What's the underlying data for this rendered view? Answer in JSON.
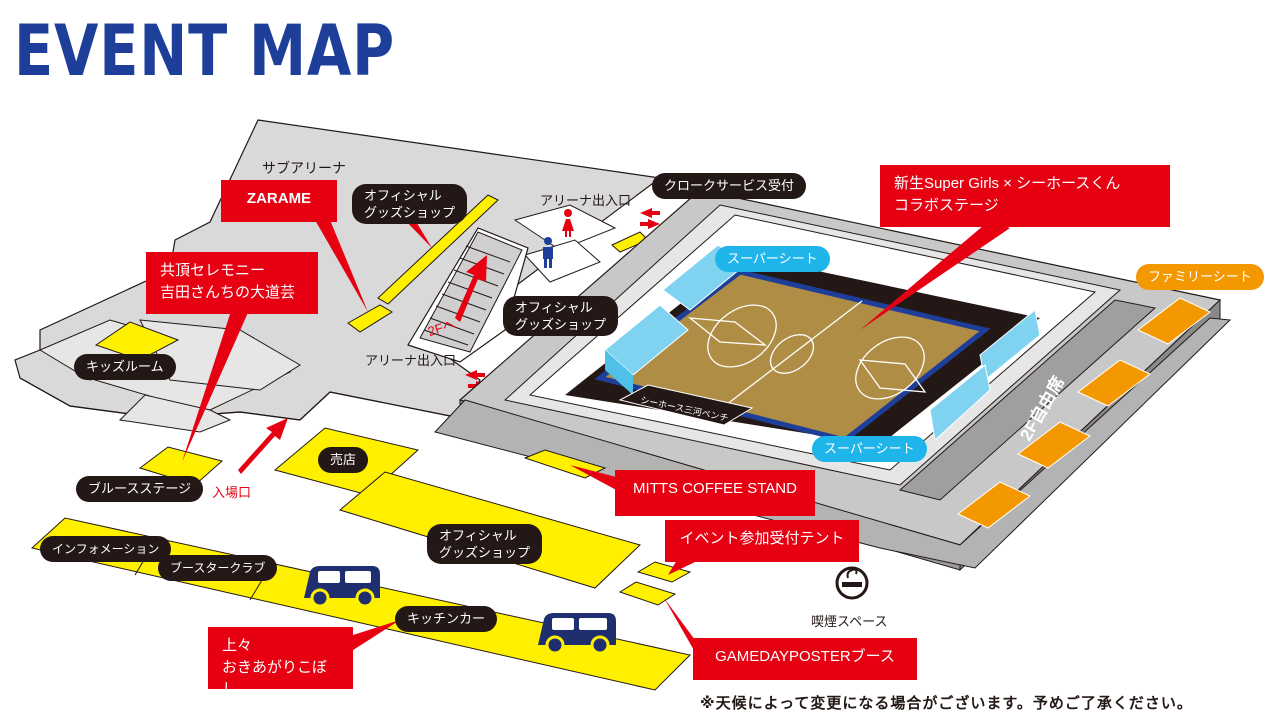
{
  "title": "EVENT MAP",
  "areas": {
    "sub_arena": "サブアリーナ",
    "arena_entrance_top": "アリーナ出入口",
    "arena_entrance_mid": "アリーナ出入口",
    "to_2f": "2Fへ",
    "entrance": "入場口",
    "smoking": "喫煙スペース",
    "free_seat_2f": "2F自由席",
    "bench": "シーホース三河ベンチ"
  },
  "spots": {
    "zarame": "ZARAME",
    "official_goods_1": "オフィシャル\nグッズショップ",
    "official_goods_2": "オフィシャル\nグッズショップ",
    "official_goods_3": "オフィシャル\nグッズショップ",
    "cloak": "クロークサービス受付",
    "super_girls": "新生Super Girls × シーホースくん\nコラボステージ",
    "super_seat_top": "スーパーシート",
    "super_seat_bottom": "スーパーシート",
    "family_seat": "ファミリーシート",
    "ceremony": "共頂セレモニー\n吉田さんちの大道芸",
    "kids_room": "キッズルーム",
    "blue_stage": "ブルースステージ",
    "shop": "売店",
    "mitts": "MITTS COFFEE STAND",
    "event_tent": "イベント参加受付テント",
    "information": "インフォメーション",
    "booster_club": "ブースタークラブ",
    "kitchen_car": "キッチンカー",
    "jouou": "上々\nおきあがりこぼし",
    "gameday_poster": "GAMEDAYPOSTERブース"
  },
  "notice": "※天候によって変更になる場合がございます。予めご了承ください。",
  "colors": {
    "title_blue": "#1e3f99",
    "label_red": "#e60012",
    "booth_yellow": "#fff000",
    "seat_blue": "#7fd3f0",
    "seat_label_blue": "#1fb5ea",
    "family_orange": "#f39800",
    "court": "#b08d45",
    "court_border": "#1e3f99",
    "car_navy": "#1f2e6e"
  }
}
